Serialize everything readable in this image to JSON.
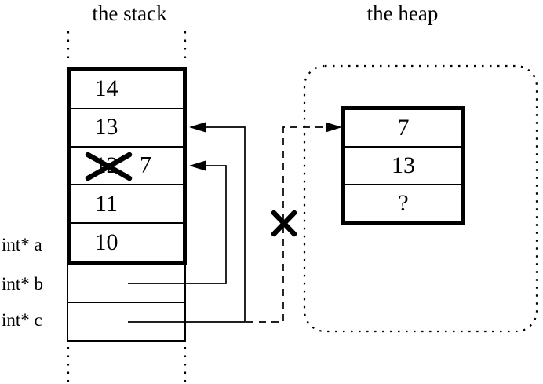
{
  "titles": {
    "stack": "the stack",
    "heap": "the heap"
  },
  "stack_frame": {
    "cells": [
      {
        "value": "14"
      },
      {
        "value": "13"
      },
      {
        "value": "12",
        "crossed_out": true,
        "new_value": "7"
      },
      {
        "value": "11"
      },
      {
        "value": "10"
      }
    ]
  },
  "variables": [
    {
      "label": "int* a"
    },
    {
      "label": "int* b"
    },
    {
      "label": "int* c"
    }
  ],
  "heap_block": {
    "cells": [
      {
        "value": "7"
      },
      {
        "value": "13"
      },
      {
        "value": "?"
      }
    ]
  },
  "arrows": {
    "b_arrow": "solid arrow from int* b cell to stack cell holding 7",
    "c_arrow": "solid arrow from int* c cell to stack cell holding 13",
    "dangling_arrow": "dashed crossed-out arrow from int* c line to heap cell holding 7"
  },
  "colors": {
    "ink": "#000000",
    "background": "#ffffff"
  }
}
